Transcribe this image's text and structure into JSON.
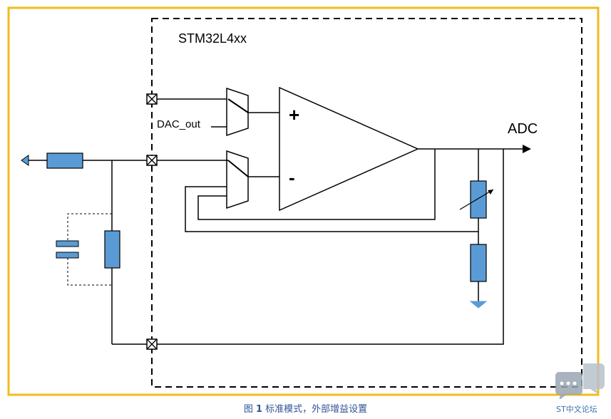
{
  "diagram": {
    "chip_label": "STM32L4xx",
    "dac_label": "DAC_out",
    "adc_label": "ADC",
    "plus_sign": "+",
    "minus_sign": "-"
  },
  "caption": {
    "prefix": "图",
    "number": "1",
    "text": "标准模式，外部增益设置"
  },
  "watermark": {
    "text": "ST中文论坛"
  },
  "colors": {
    "frame": "#f2bb1d",
    "component_fill": "#5b9bd5",
    "caption": "#2f5496"
  }
}
